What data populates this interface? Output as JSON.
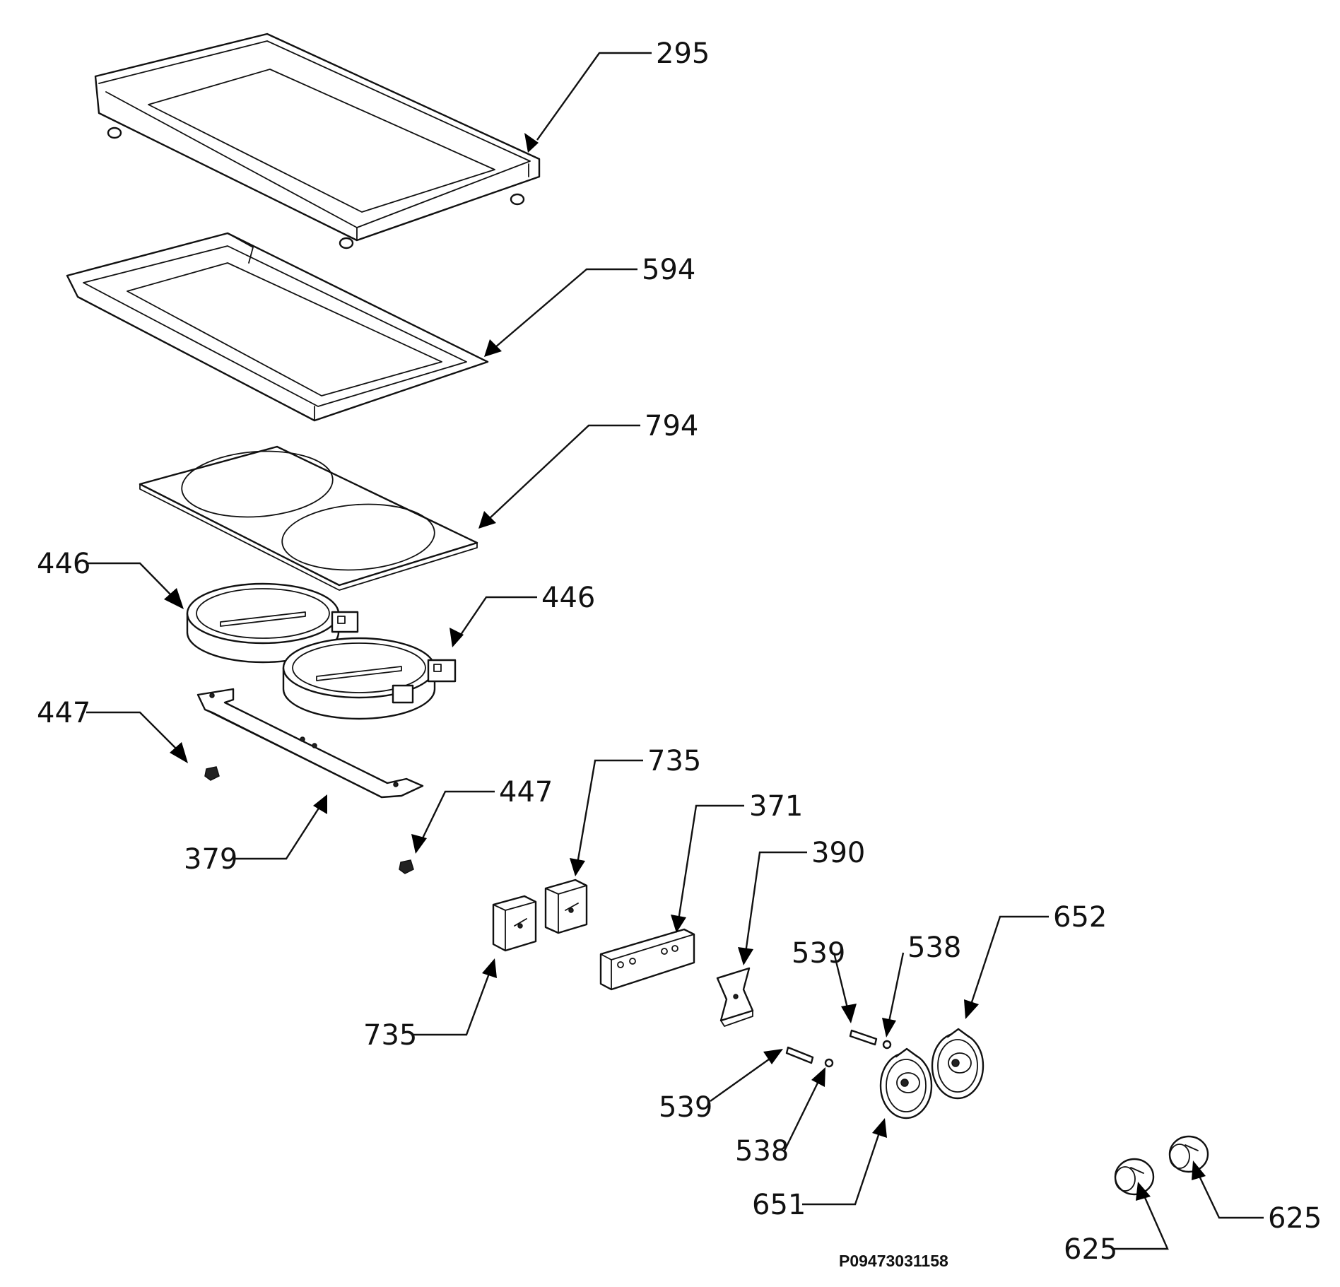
{
  "drawing_code": "P09473031158",
  "callouts": [
    {
      "id": "c295",
      "text": "295"
    },
    {
      "id": "c594",
      "text": "594"
    },
    {
      "id": "c794",
      "text": "794"
    },
    {
      "id": "c446a",
      "text": "446"
    },
    {
      "id": "c446b",
      "text": "446"
    },
    {
      "id": "c447a",
      "text": "447"
    },
    {
      "id": "c447b",
      "text": "447"
    },
    {
      "id": "c379",
      "text": "379"
    },
    {
      "id": "c735a",
      "text": "735"
    },
    {
      "id": "c735b",
      "text": "735"
    },
    {
      "id": "c371",
      "text": "371"
    },
    {
      "id": "c390",
      "text": "390"
    },
    {
      "id": "c539a",
      "text": "539"
    },
    {
      "id": "c538a",
      "text": "538"
    },
    {
      "id": "c652",
      "text": "652"
    },
    {
      "id": "c539b",
      "text": "539"
    },
    {
      "id": "c538b",
      "text": "538"
    },
    {
      "id": "c651",
      "text": "651"
    },
    {
      "id": "c625a",
      "text": "625"
    },
    {
      "id": "c625b",
      "text": "625"
    }
  ]
}
